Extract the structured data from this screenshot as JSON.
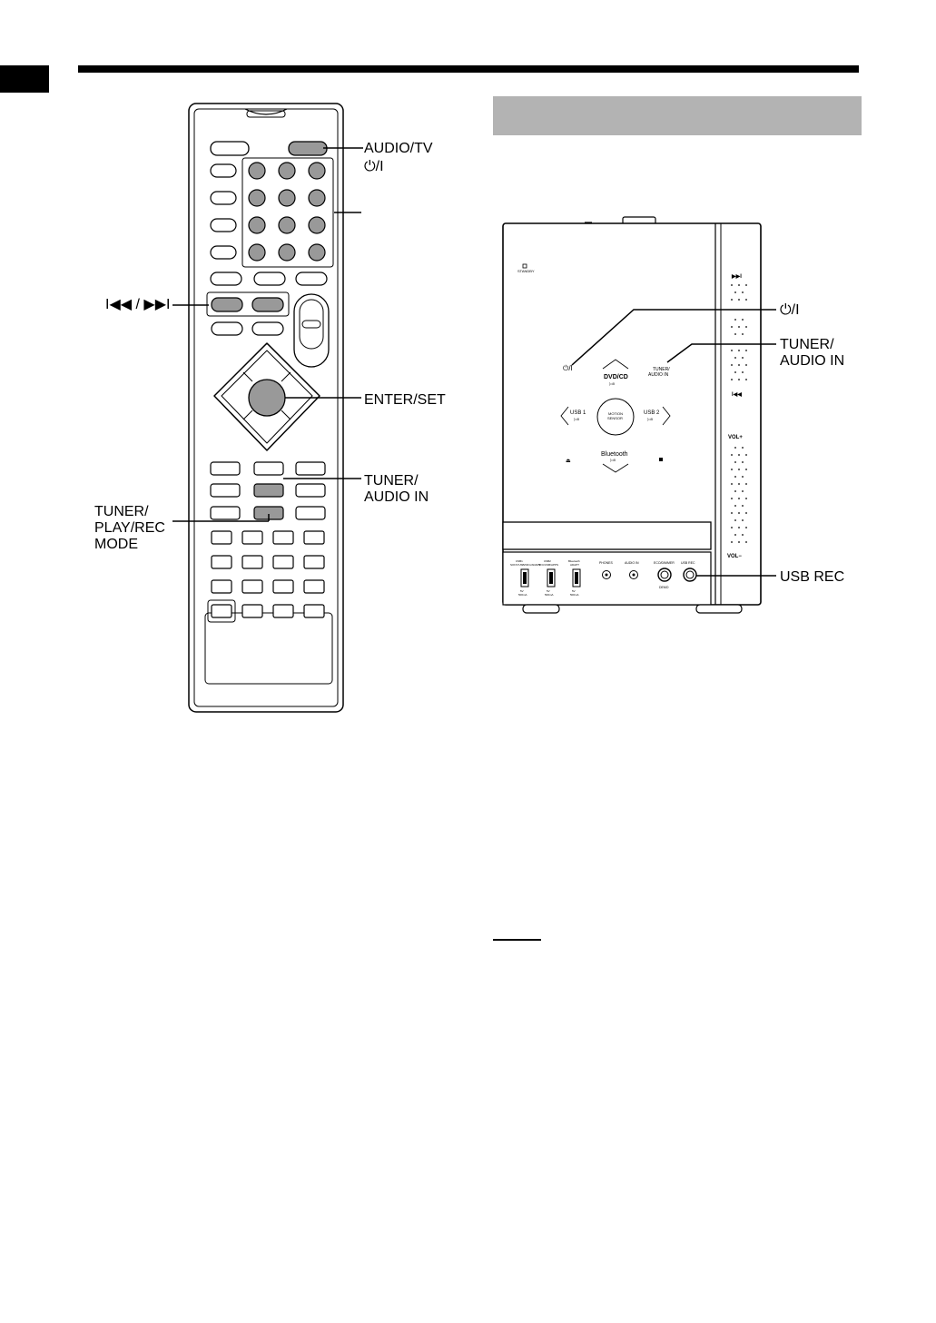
{
  "remote_labels": {
    "audio_tv": "AUDIO/TV",
    "power_remote": "⏻/I",
    "skip": "I◀◀ / ▶▶I",
    "enter_set": "ENTER/SET",
    "tuner_audio_in": "TUNER/\nAUDIO IN",
    "tuner_play_rec_mode": "TUNER/\nPLAY/REC\nMODE"
  },
  "unit_labels": {
    "power": "⏻/I",
    "tuner_audio_in": "TUNER/\nAUDIO IN",
    "usb_rec": "USB REC"
  },
  "unit_panel_text": {
    "standby": "STANDBY",
    "power_btn": "⏻/I",
    "dvd_cd": "DVD/CD",
    "dvd_cd_sub": "▷/II",
    "tuner_btn": "TUNER/\nAUDIO IN",
    "usb1": "USB 1",
    "usb1_sub": "▷/II",
    "motion": "MOTION\nSENSOR",
    "usb2": "USB 2",
    "usb2_sub": "▷/II",
    "bluetooth": "Bluetooth",
    "bluetooth_sub": "▷/II",
    "skip_fwd": "▶▶I",
    "skip_back": "I◀◀",
    "vol_plus": "VOL+",
    "vol_minus": "VOL−",
    "port1_top": "USB1\nSONY/USB/NFC/ADAPT",
    "port2_top": "USB2\nNFC/USB/APPS",
    "port3_top": "Bluetooth\nADAPT",
    "port_rating": "5V\n500mA",
    "phones": "PHONES",
    "audio_in_jack": "AUDIO IN",
    "ecosystem": "ECO/DIMMER",
    "demo": "DEMO",
    "usb_rec_jack": "USB REC"
  }
}
